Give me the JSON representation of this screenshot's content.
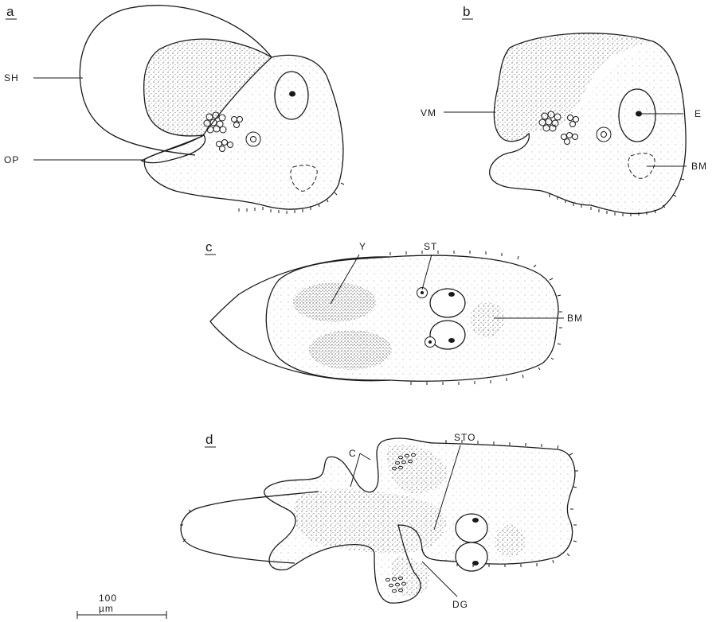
{
  "panels": {
    "a": {
      "letter": "a",
      "labels": {
        "sh": "SH",
        "op": "OP"
      }
    },
    "b": {
      "letter": "b",
      "labels": {
        "vm": "VM",
        "e": "E",
        "bm": "BM"
      }
    },
    "c": {
      "letter": "c",
      "labels": {
        "y": "Y",
        "st": "ST",
        "bm": "BM"
      }
    },
    "d": {
      "letter": "d",
      "labels": {
        "c": "C",
        "sto": "STO",
        "dg": "DG"
      }
    }
  },
  "scale_bar": {
    "value": "100",
    "unit": "µm"
  },
  "colors": {
    "ink": "#1a1a1a",
    "background": "#ffffff"
  }
}
